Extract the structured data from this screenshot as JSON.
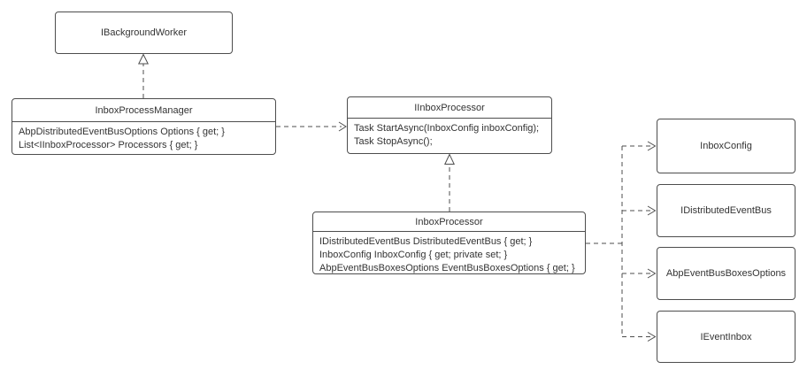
{
  "diagram": {
    "kind": "uml-class-diagram",
    "colors": {
      "background": "#ffffff",
      "border": "#4d4d4d",
      "line": "#4d4d4d",
      "text": "#333333"
    },
    "nodes": [
      {
        "id": "IBackgroundWorker",
        "title": "IBackgroundWorker",
        "members": []
      },
      {
        "id": "InboxProcessManager",
        "title": "InboxProcessManager",
        "members": [
          "AbpDistributedEventBusOptions Options { get; }",
          "List<IInboxProcessor> Processors { get; }"
        ]
      },
      {
        "id": "IInboxProcessor",
        "title": "IInboxProcessor",
        "members": [
          "Task StartAsync(InboxConfig inboxConfig);",
          "Task StopAsync();"
        ]
      },
      {
        "id": "InboxProcessor",
        "title": "InboxProcessor",
        "members": [
          "IDistributedEventBus DistributedEventBus { get; }",
          "InboxConfig InboxConfig { get; private set; }",
          "AbpEventBusBoxesOptions EventBusBoxesOptions { get; }"
        ]
      },
      {
        "id": "InboxConfig",
        "title": "InboxConfig",
        "members": []
      },
      {
        "id": "IDistributedEventBus",
        "title": "IDistributedEventBus",
        "members": []
      },
      {
        "id": "AbpEventBusBoxesOptions",
        "title": "AbpEventBusBoxesOptions",
        "members": []
      },
      {
        "id": "IEventInbox",
        "title": "IEventInbox",
        "members": []
      }
    ],
    "edges": [
      {
        "from": "InboxProcessManager",
        "to": "IBackgroundWorker",
        "type": "realization",
        "style": "dashed-hollow-triangle"
      },
      {
        "from": "InboxProcessManager",
        "to": "IInboxProcessor",
        "type": "dependency",
        "style": "dashed-open-arrow"
      },
      {
        "from": "InboxProcessor",
        "to": "IInboxProcessor",
        "type": "realization",
        "style": "dashed-hollow-triangle"
      },
      {
        "from": "InboxProcessor",
        "to": "InboxConfig",
        "type": "dependency",
        "style": "dashed-open-arrow"
      },
      {
        "from": "InboxProcessor",
        "to": "IDistributedEventBus",
        "type": "dependency",
        "style": "dashed-open-arrow"
      },
      {
        "from": "InboxProcessor",
        "to": "AbpEventBusBoxesOptions",
        "type": "dependency",
        "style": "dashed-open-arrow"
      },
      {
        "from": "InboxProcessor",
        "to": "IEventInbox",
        "type": "dependency",
        "style": "dashed-open-arrow"
      }
    ]
  }
}
